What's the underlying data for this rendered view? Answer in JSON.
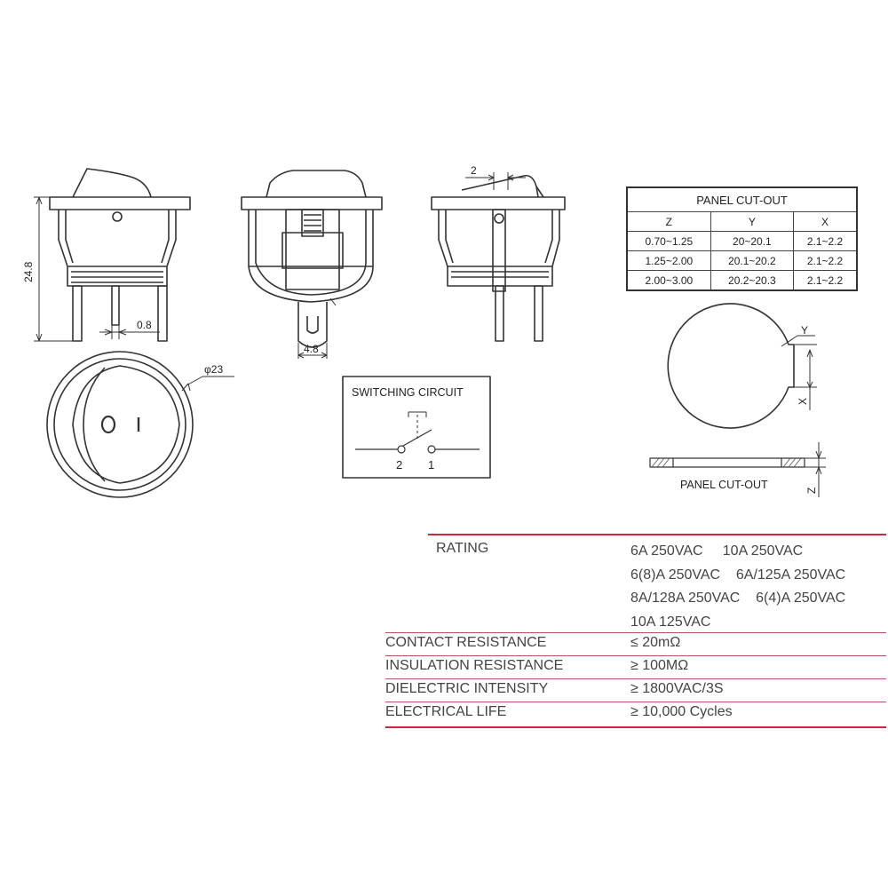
{
  "dimensions": {
    "height": "24.8",
    "pin_thickness": "0.8",
    "terminal_width": "4.8",
    "diameter": "φ23",
    "offset": "2"
  },
  "switching_circuit": {
    "title": "SWITCHING CIRCUIT",
    "terminal_left": "2",
    "terminal_right": "1"
  },
  "symbols": {
    "off": "O",
    "on": "I"
  },
  "panel_cutout": {
    "title": "PANEL CUT-OUT",
    "columns": [
      "Z",
      "Y",
      "X"
    ],
    "rows": [
      [
        "0.70~1.25",
        "20~20.1",
        "2.1~2.2"
      ],
      [
        "1.25~2.00",
        "20.1~20.2",
        "2.1~2.2"
      ],
      [
        "2.00~3.00",
        "20.2~20.3",
        "2.1~2.2"
      ]
    ],
    "label_y": "Y",
    "label_x": "X",
    "label_z": "Z",
    "bottom_caption": "PANEL CUT-OUT"
  },
  "specs": {
    "rating_label": "RATING",
    "rating_values": [
      "6A 250VAC     10A 250VAC",
      "6(8)A 250VAC    6A/125A 250VAC",
      "8A/128A 250VAC    6(4)A 250VAC",
      "10A 125VAC"
    ],
    "rows": [
      {
        "label": "CONTACT RESISTANCE",
        "value": "≤ 20mΩ"
      },
      {
        "label": "INSULATION RESISTANCE",
        "value": "≥ 100MΩ"
      },
      {
        "label": "DIELECTRIC INTENSITY",
        "value": "≥ 1800VAC/3S"
      },
      {
        "label": "ELECTRICAL LIFE",
        "value": "≥ 10,000 Cycles"
      }
    ]
  },
  "colors": {
    "line": "#333333",
    "accent": "#d0283a"
  }
}
